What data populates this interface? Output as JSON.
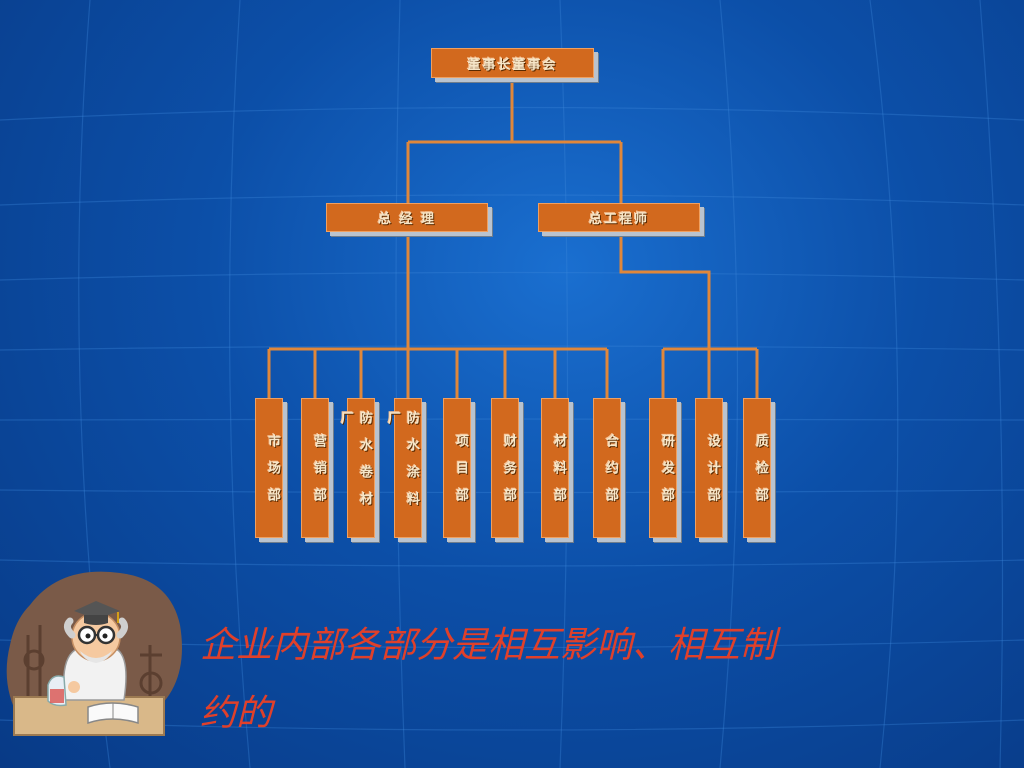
{
  "org_chart": {
    "root": {
      "label": "董事长董事会"
    },
    "level2": [
      {
        "label": "总 经 理"
      },
      {
        "label": "总工程师"
      }
    ],
    "departments_gm": [
      {
        "label": "市场部"
      },
      {
        "label": "营销部"
      },
      {
        "label": "防水卷材厂"
      },
      {
        "label": "防水涂料厂"
      },
      {
        "label": "项目部"
      },
      {
        "label": "财务部"
      },
      {
        "label": "材料部"
      },
      {
        "label": "合约部"
      }
    ],
    "departments_ce": [
      {
        "label": "研发部"
      },
      {
        "label": "设计部"
      },
      {
        "label": "质检部"
      }
    ]
  },
  "caption": {
    "text": "企业内部各部分是相互影响、相互制约的"
  },
  "colors": {
    "node_fill": "#d2691e",
    "connector": "#e0873a",
    "caption": "#e0402a",
    "background": "#0c4fa8"
  },
  "mascot": {
    "icon": "scientist-mascot-icon"
  }
}
